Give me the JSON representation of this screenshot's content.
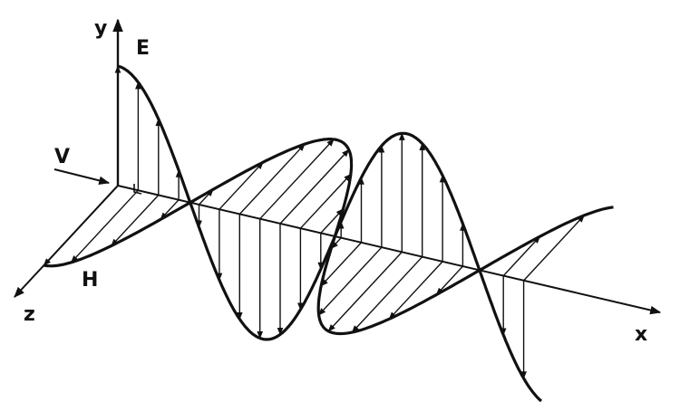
{
  "diagram": {
    "ink_color": "#111111",
    "background_color": "#ffffff",
    "labels": {
      "y_axis": "y",
      "x_axis": "x",
      "z_axis": "z",
      "electric_field": "E",
      "magnetic_field": "H",
      "velocity": "V"
    }
  }
}
